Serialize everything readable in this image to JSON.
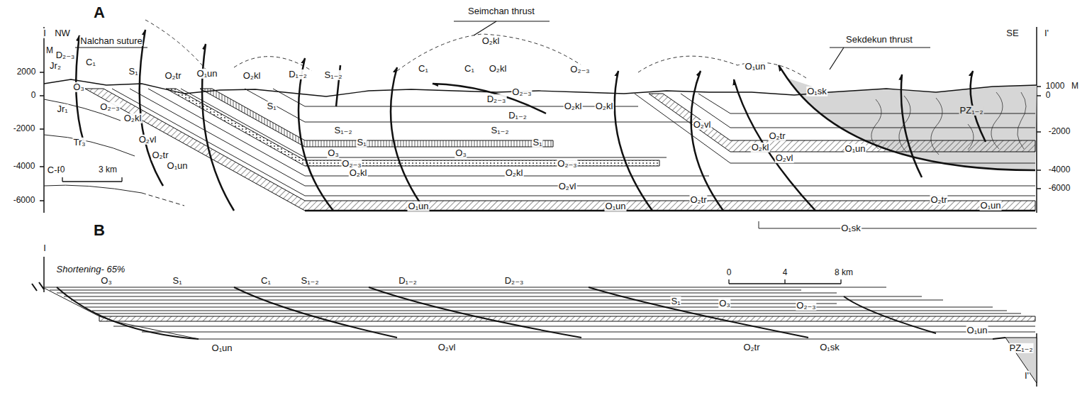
{
  "diagram": {
    "labels": [
      "A",
      "I",
      "NW",
      "M",
      "2000",
      "0",
      "-2000",
      "-4000",
      "-6000",
      "Nalchan suture",
      "D₂₋₃",
      "Jr₂",
      "C₁",
      "S₁",
      "O₂tr",
      "O₁un",
      "O₂kl",
      "O₃",
      "O₂₋₃",
      "Jr₁",
      "O₂kl",
      "Tr₃",
      "O₂vl",
      "O₂tr",
      "O₁un",
      "C-P",
      "D₁₋₂",
      "S₁₋₂",
      "S₁",
      "S₁₋₂",
      "S₁",
      "O₃",
      "O₂₋₃",
      "O₂kl",
      "Seimchan thrust",
      "O₂kl",
      "C₁",
      "C₁",
      "O₂kl",
      "O₂₋₃",
      "O₂₋₃",
      "O₂kl",
      "O₂kl",
      "D₂₋₃",
      "D₁₋₂",
      "S₁₋₂",
      "S₁",
      "O₃",
      "O₂₋₃",
      "O₂kl",
      "O₂vl",
      "O₁un",
      "O₁un",
      "O₂tr",
      "O₁un",
      "Sekdekun thrust",
      "O₁sk",
      "O₂vl",
      "O₂tr",
      "O₂kl",
      "O₂vl",
      "O₁un",
      "PZ₁₋₂",
      "O₂tr",
      "O₁un",
      "O₁sk",
      "SE",
      "I'",
      "1000",
      "M",
      "0",
      "-2000",
      "-4000",
      "-6000",
      "0",
      "3 km",
      "B",
      "Shortening- 65%",
      "O₃",
      "S₁",
      "C₁",
      "S₁₋₂",
      "D₁₋₂",
      "D₂₋₃",
      "S₁",
      "O₃",
      "O₂₋₃",
      "O₁un",
      "O₁un",
      "O₂vl",
      "O₂tr",
      "O₁sk",
      "PZ₁₋₂",
      "0",
      "4",
      "8 km",
      "I",
      "I'"
    ]
  }
}
